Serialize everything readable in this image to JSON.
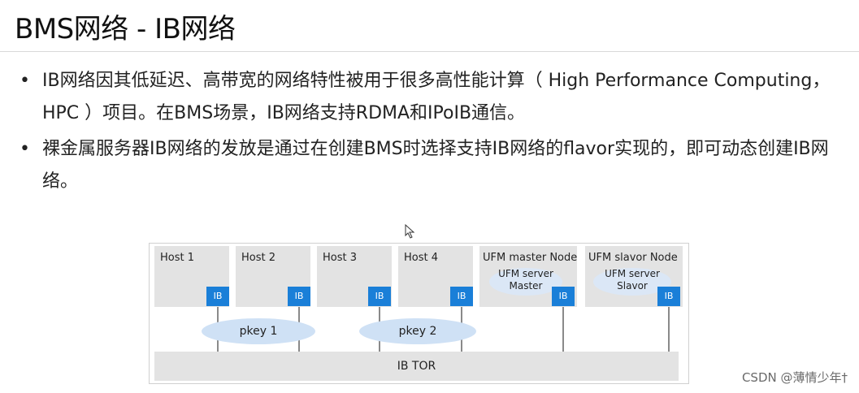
{
  "title": "BMS网络 - IB网络",
  "bullets": [
    "IB网络因其低延迟、高带宽的网络特性被用于很多高性能计算（ High Performance Computing，HPC ）项目。在BMS场景，IB网络支持RDMA和IPoIB通信。",
    "裸金属服务器IB网络的发放是通过在创建BMS时选择支持IB网络的flavor实现的，即可动态创建IB网络。"
  ],
  "bullet_symbol": "•",
  "diagram": {
    "hosts": [
      "Host 1",
      "Host 2",
      "Host 3",
      "Host 4"
    ],
    "master_node": {
      "label": "UFM master Node",
      "server": "UFM server",
      "role": "Master"
    },
    "slave_node": {
      "label": "UFM slavor Node",
      "server": "UFM server",
      "role": "Slavor"
    },
    "ib_label": "IB",
    "pkeys": [
      "pkey 1",
      "pkey 2"
    ],
    "tor_label": "IB TOR"
  },
  "watermark": "CSDN @薄情少年†",
  "colors": {
    "ib_port": "#1a7fd8",
    "pkey": "#cfe1f5",
    "host": "#e3e3e3"
  }
}
